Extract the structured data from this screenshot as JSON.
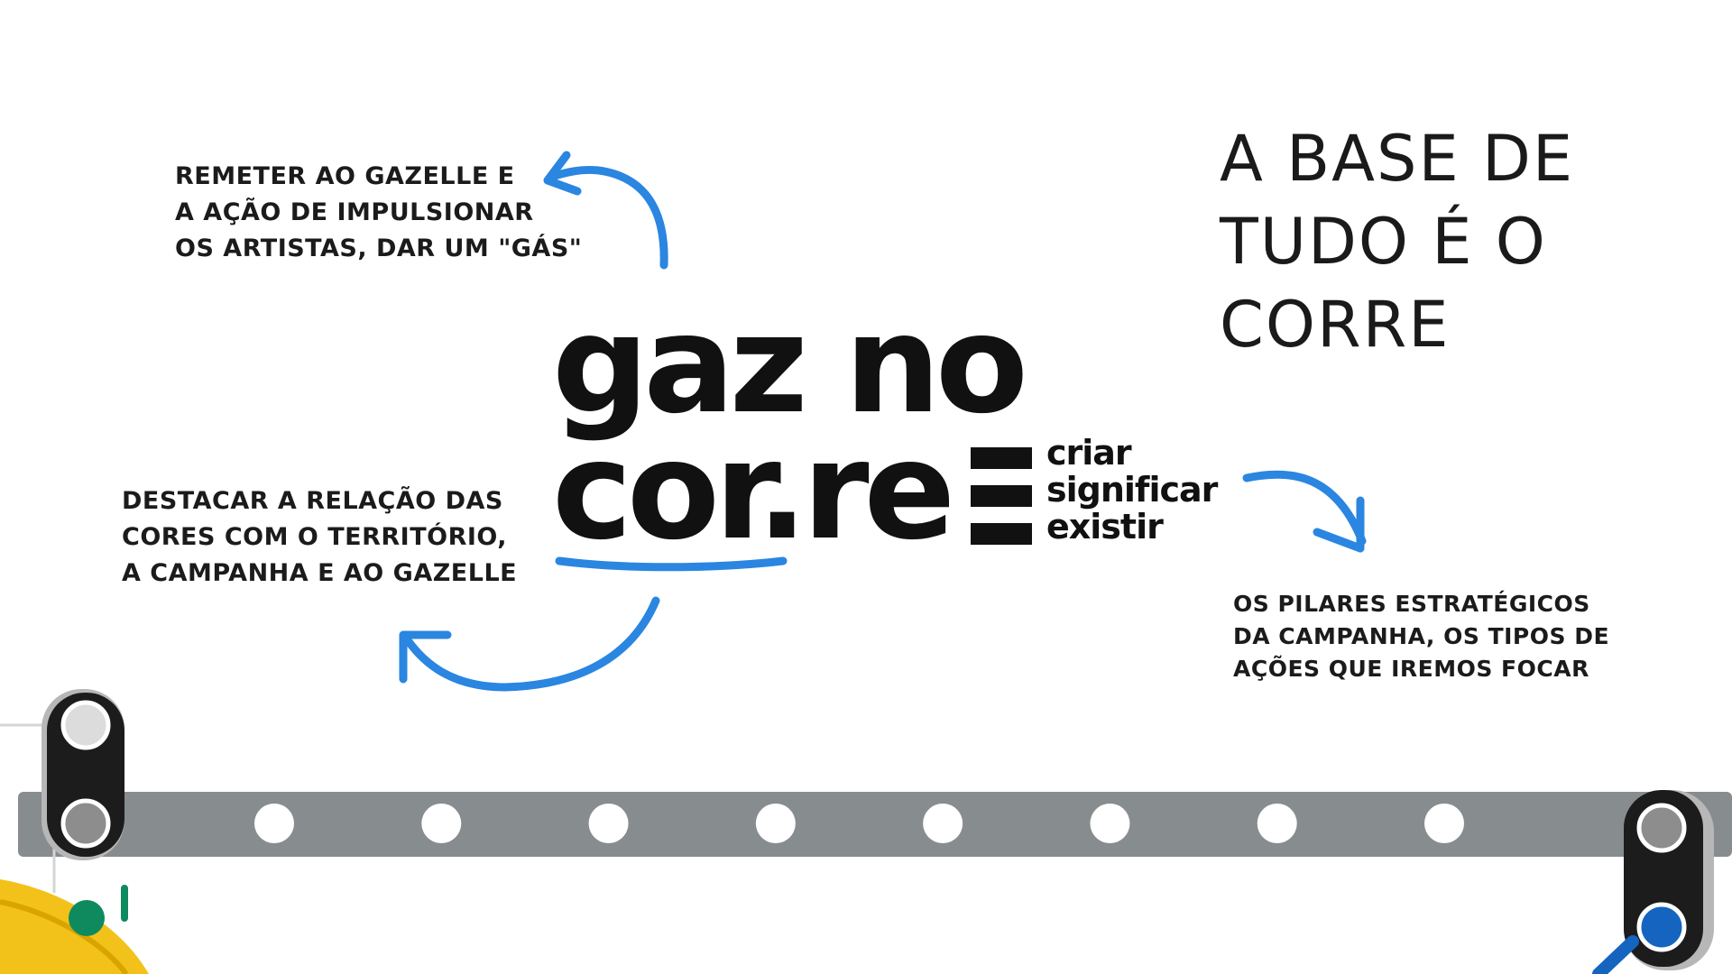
{
  "colors": {
    "background": "#ffffff",
    "ink": "#111111",
    "accent_blue": "#2a86e0",
    "track_gray": "#878c8f",
    "signal_dark": "#1c1c1c",
    "signal_blue": "#1565c0"
  },
  "notes": {
    "top_left": [
      "REMETER AO GAZELLE E",
      "A AÇÃO DE IMPULSIONAR",
      "OS ARTISTAS, DAR UM \"GÁS\""
    ],
    "mid_left": [
      "DESTACAR A RELAÇÃO DAS",
      "CORES COM O TERRITÓRIO,",
      "A CAMPANHA E AO GAZELLE"
    ],
    "right": [
      "OS PILARES ESTRATÉGICOS",
      "DA CAMPANHA, OS TIPOS DE",
      "AÇÕES QUE IREMOS FOCAR"
    ]
  },
  "heading": {
    "lines": [
      "A BASE DE",
      "TUDO É O",
      "CORRE"
    ]
  },
  "logo": {
    "line1": "gaz no",
    "line2": "cor.re",
    "pillars": [
      "criar",
      "significar",
      "existir"
    ]
  },
  "track": {
    "stop_count": 8,
    "icons": [
      "train-signal-icon",
      "train-signal-icon",
      "arrow-icon"
    ]
  }
}
